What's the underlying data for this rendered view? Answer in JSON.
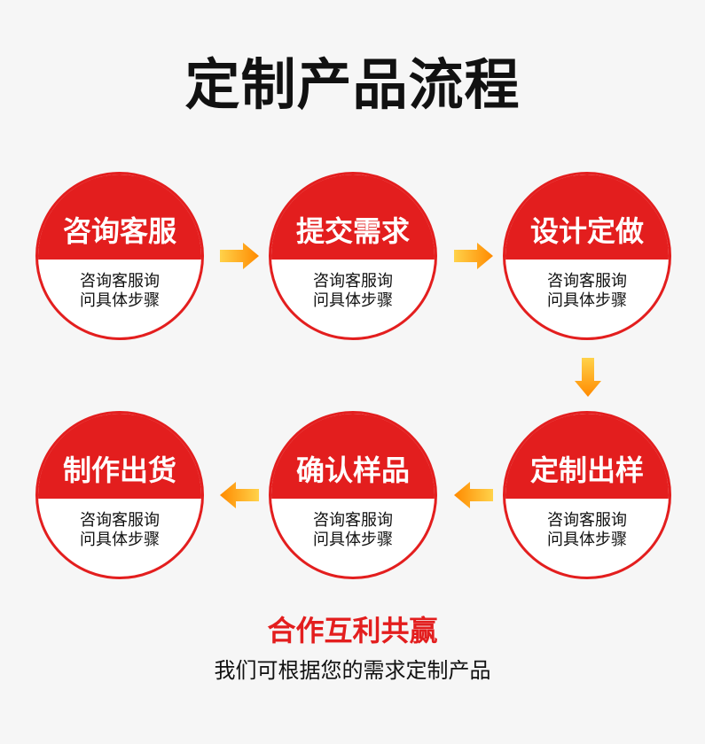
{
  "title": "定制产品流程",
  "steps": [
    {
      "label": "咨询客服",
      "desc_line1": "咨询客服询",
      "desc_line2": "问具体步骤"
    },
    {
      "label": "提交需求",
      "desc_line1": "咨询客服询",
      "desc_line2": "问具体步骤"
    },
    {
      "label": "设计定做",
      "desc_line1": "咨询客服询",
      "desc_line2": "问具体步骤"
    },
    {
      "label": "定制出样",
      "desc_line1": "咨询客服询",
      "desc_line2": "问具体步骤"
    },
    {
      "label": "确认样品",
      "desc_line1": "咨询客服询",
      "desc_line2": "问具体步骤"
    },
    {
      "label": "制作出货",
      "desc_line1": "咨询客服询",
      "desc_line2": "问具体步骤"
    }
  ],
  "footer": {
    "headline": "合作互利共赢",
    "subline": "我们可根据您的需求定制产品"
  },
  "colors": {
    "accent": "#e31e1e",
    "arrow_start": "#ffd24a",
    "arrow_end": "#ff8a00",
    "background": "#f6f6f6"
  }
}
